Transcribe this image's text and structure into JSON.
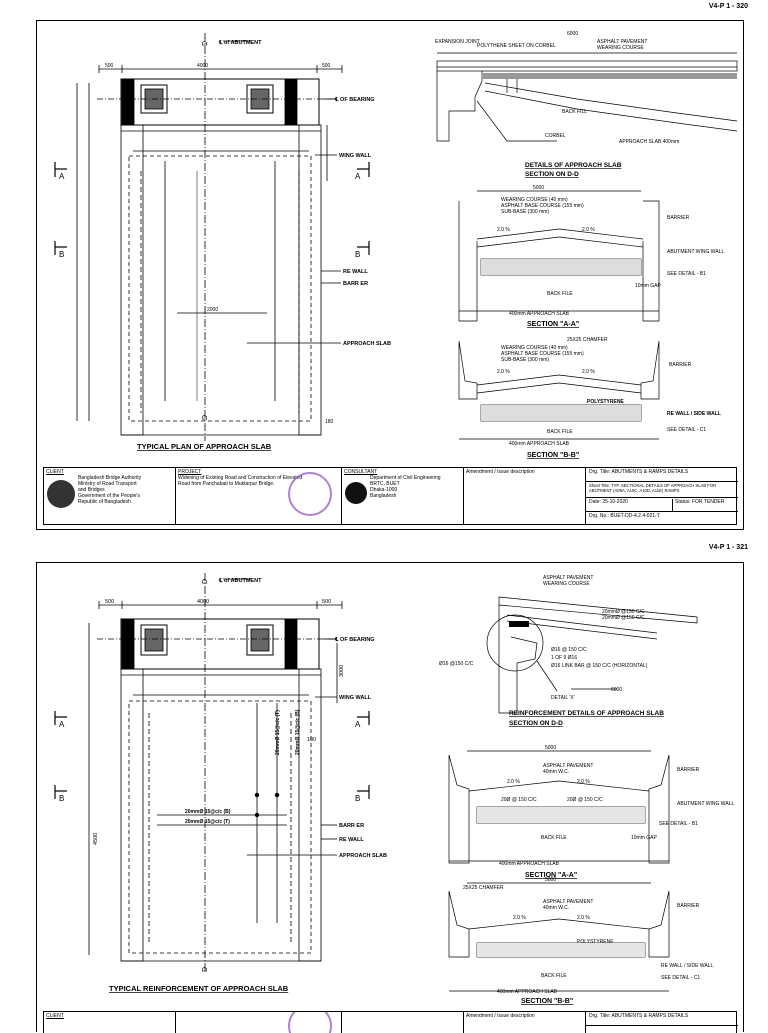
{
  "pages": [
    {
      "page_no": "V4-P 1 - 320",
      "plan_title": "TYPICAL PLAN OF APPROACH SLAB",
      "plan_labels": {
        "abutment": "℄ of ABUTMENT",
        "bearing": "℄ OF BEARING",
        "wing_wall": "WING WALL",
        "re_wall": "RE WALL",
        "barrier": "BARR ER",
        "approach_slab": "APPROACH SLAB",
        "dim_500_l": "500",
        "dim_4000": "4000",
        "dim_500_r": "500",
        "dim_2000": "2000",
        "dim_180": "180",
        "sec_a": "A",
        "sec_b": "B",
        "sec_d": "D"
      },
      "detail_title": "DETAILS OF APPROACH SLAB",
      "detail_subtitle": "SECTION ON D-D",
      "detail_labels": {
        "dim_6000": "6000",
        "expansion": "EXPANSION JOINT",
        "polythene": "POLYTHENE SHEET ON CORBEL",
        "asphalt": "ASPHALT PAVEMENT",
        "wearing": "WEARING COURSE",
        "backfill": "BACK FILL",
        "corbel": "CORBEL",
        "slab400": "APPROACH SLAB 400mm"
      },
      "section_a": {
        "title": "SECTION \"A-A\"",
        "dim": "5000",
        "layers": [
          "WEARING COURSE (40 mm)",
          "ASPHALT BASE COURSE (155 mm)",
          "SUB-BASE (300 mm)"
        ],
        "slope_l": "2.0 %",
        "slope_r": "2.0 %",
        "backfill": "BACK FILE",
        "slab": "400mm APPROACH SLAB",
        "right_labels": [
          "BARRIER",
          "ABUTMENT WING WALL",
          "SEE DETAIL - B1",
          "10mm GAP"
        ]
      },
      "section_b": {
        "title": "SECTION \"B-B\"",
        "chamfer": "25X25 CHAMFER",
        "layers": [
          "WEARING COURSE (40 mm)",
          "ASPHALT BASE COURSE (155 mm)",
          "SUB-BASE (300 mm)"
        ],
        "slope_l": "2.0 %",
        "slope_r": "2.0 %",
        "poly": "POLYSTYRENE",
        "backfill": "BACK FILE",
        "slab": "400mm APPROACH SLAB",
        "right_labels": [
          "BARRIER",
          "RE WALL / SIDE WALL",
          "SEE DETAIL - C1"
        ]
      },
      "title_block": {
        "client_hd": "CLIENT",
        "client": "Bangladesh Bridge Authority\nMinistry of Road Transport\nand Bridges\nGovernment of the People's\nRepublic of Bangladesh",
        "project_hd": "PROJECT",
        "project": "Widening of Existing Road and Construction of Elevated\nRoad from Panchabati to Muktarpur Bridge.",
        "consultant_hd": "CONSULTANT",
        "consultant": "Department of Civil Engineering\nBRTC, BUET\nDhaka-1000\nBangladesh",
        "amend_hd": "Amendment / Issue description",
        "drg_title": "Drg. Title: ABUTMENTS & RAMPS DETAILS",
        "sheet_title": "Sheet Title: TYP. SECTIONAL DETAILS OF APPROACH SLAB FOR ABUTMENT (A09A, A10C, A10D, A11E) RAMPS",
        "date": "Date: 25-10-2020",
        "status": "Status: FOR TENDER",
        "drg_no": "Drg. No.: BUET-DD-4.2.4-021-T"
      }
    },
    {
      "page_no": "V4-P 1 - 321",
      "plan_title": "TYPICAL REINFORCEMENT OF APPROACH SLAB",
      "plan_labels": {
        "abutment": "℄ of ABUTMENT",
        "bearing": "℄ OF BEARING",
        "wing_wall": "WING WALL",
        "re_wall": "RE WALL",
        "barrier": "BARR ER",
        "approach_slab": "APPROACH SLAB",
        "dim_500_l": "500",
        "dim_4000": "4000",
        "dim_500_r": "500",
        "dim_100": "100",
        "dim_4500": "4500",
        "dim_3000": "3000",
        "bar_b": "20mmØ 15@c/c (B)",
        "bar_t": "20mmØ 15@c/c (T)",
        "bar_v1": "20mmØ 15@c/c (T)",
        "bar_v2": "20mmØ 15@c/c (B)",
        "sec_a": "A",
        "sec_b": "B",
        "sec_d": "D"
      },
      "detail_title": "REINFORCEMENT DETAILS OF APPROACH SLAB",
      "detail_subtitle": "SECTION ON D-D",
      "detail_labels": {
        "asphalt": "ASPHALT PAVEMENT",
        "wearing": "WEARING COURSE",
        "bar1": "20mmØ @150 C/C",
        "bar2": "20mmØ @150 C/C",
        "bar3": "Ø16 @ 150 C/C",
        "bar4": "Ø16 @150 C/C",
        "bar5": "1 OF 9 Ø16",
        "bar6": "Ø16 LINK BAR @ 150 C/C (HORIZONTAL)",
        "detail_x": "DETAIL 'X'",
        "dim_6000": "6000"
      },
      "section_a": {
        "title": "SECTION \"A-A\"",
        "dim": "5000",
        "layers": [
          "ASPHALT PAVEMENT",
          "40mm W.C."
        ],
        "slope_l": "2.0 %",
        "slope_r": "2.0 %",
        "bar_l": "20Ø @ 150 C/C",
        "bar_r": "20Ø @ 150 C/C",
        "backfill": "BACK FILE",
        "slab": "400mm APPROACH SLAB",
        "right_labels": [
          "BARRIER",
          "ABUTMENT WING WALL",
          "SEE DETAIL - B1",
          "10mm GAP"
        ]
      },
      "section_b": {
        "title": "SECTION \"B-B\"",
        "chamfer": "25X25 CHAMFER",
        "dim": "5000",
        "layers": [
          "ASPHALT PAVEMENT",
          "40mm W.C."
        ],
        "slope_l": "2.0 %",
        "slope_r": "2.0 %",
        "poly": "POLYSTYRENE",
        "backfill": "BACK FILE",
        "slab": "400mm APPROACH SLAB",
        "right_labels": [
          "BARRIER",
          "RE WALL / SIDE WALL",
          "SEE DETAIL - C1"
        ]
      },
      "title_block": {
        "client_hd": "CLIENT",
        "amend_hd": "Amendment / Issue description",
        "drg_title": "Drg. Title: ABUTMENTS & RAMPS DETAILS"
      }
    }
  ]
}
